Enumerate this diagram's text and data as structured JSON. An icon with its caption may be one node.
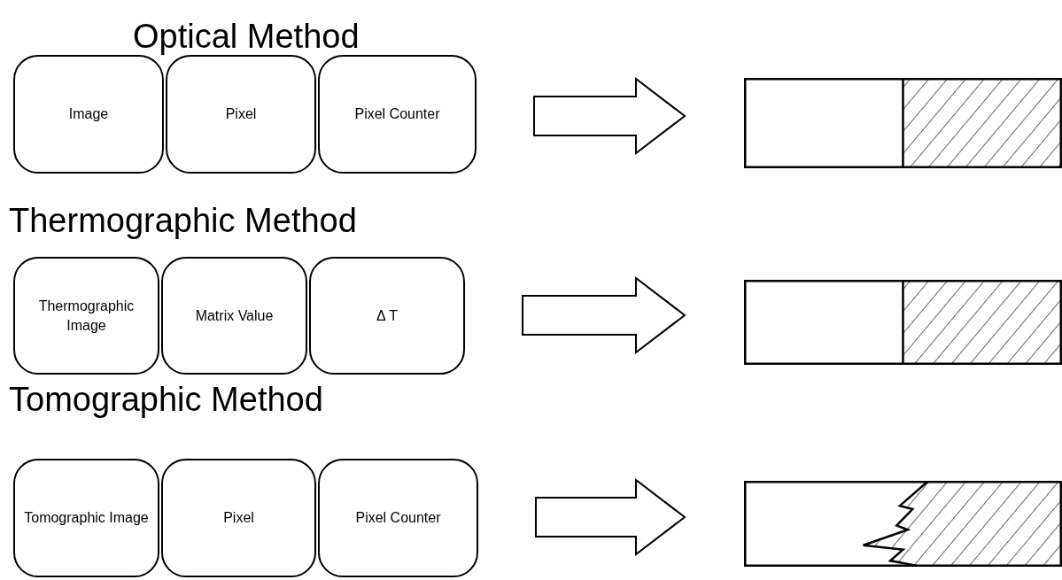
{
  "diagram": {
    "nodes": [
      {
        "text": [
          "Image"
        ]
      },
      {
        "text": [
          "Pixel"
        ]
      },
      {
        "text": [
          "Pixel Counter"
        ]
      },
      {
        "text": [],
        "shape": "box"
      },
      {
        "text": [
          "Thermographic Image"
        ]
      },
      {
        "text": [
          "Matrix Value"
        ]
      },
      {
        "text": [
          "Δ T"
        ]
      },
      {
        "text": [],
        "shape": "box"
      },
      {
        "text": [
          "Tomographic Image"
        ]
      },
      {
        "text": [
          "Pixel"
        ]
      },
      {
        "text": [
          "Pixel Counter"
        ]
      },
      {
        "text": [],
        "shape": "box"
      }
    ],
    "edges": [
      {
        "from": 2,
        "to": 3,
        "arrow": "to"
      },
      {
        "from": 6,
        "to": 7,
        "arrow": "to"
      },
      {
        "from": 10,
        "to": 11,
        "arrow": "to"
      }
    ],
    "labels": [
      "Optical Method",
      "Thermographic Method",
      "Tomographic Method"
    ]
  }
}
